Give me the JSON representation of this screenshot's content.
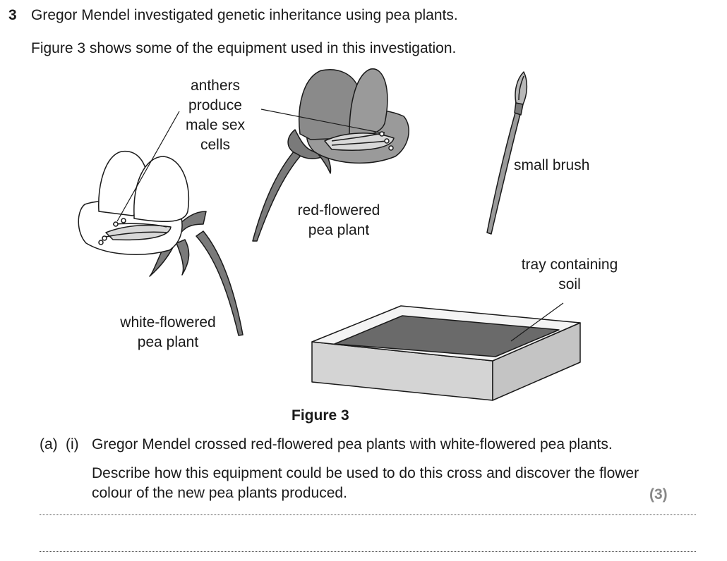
{
  "question": {
    "number": "3",
    "intro": "Gregor Mendel investigated genetic inheritance using pea plants.",
    "figure_intro": "Figure 3 shows some of the equipment used in this investigation."
  },
  "figure": {
    "caption": "Figure 3",
    "labels": {
      "anthers": [
        "anthers",
        "produce",
        "male sex",
        "cells"
      ],
      "red_flowered": [
        "red-flowered",
        "pea plant"
      ],
      "white_flowered": [
        "white-flowered",
        "pea plant"
      ],
      "brush": "small brush",
      "tray": [
        "tray containing",
        "soil"
      ]
    },
    "colors": {
      "red_flower_fill": "#9a9a9a",
      "white_flower_fill": "#ffffff",
      "soil_fill": "#6a6a6a",
      "tray_side": "#d4d4d4"
    }
  },
  "part_a": {
    "label": "(a)",
    "sub_label": "(i)",
    "line1": "Gregor Mendel crossed red-flowered pea plants with white-flowered pea plants.",
    "line2": "Describe how this equipment could be used to do this cross and discover the flower",
    "line3": "colour of the new pea plants produced.",
    "marks": "(3)"
  }
}
